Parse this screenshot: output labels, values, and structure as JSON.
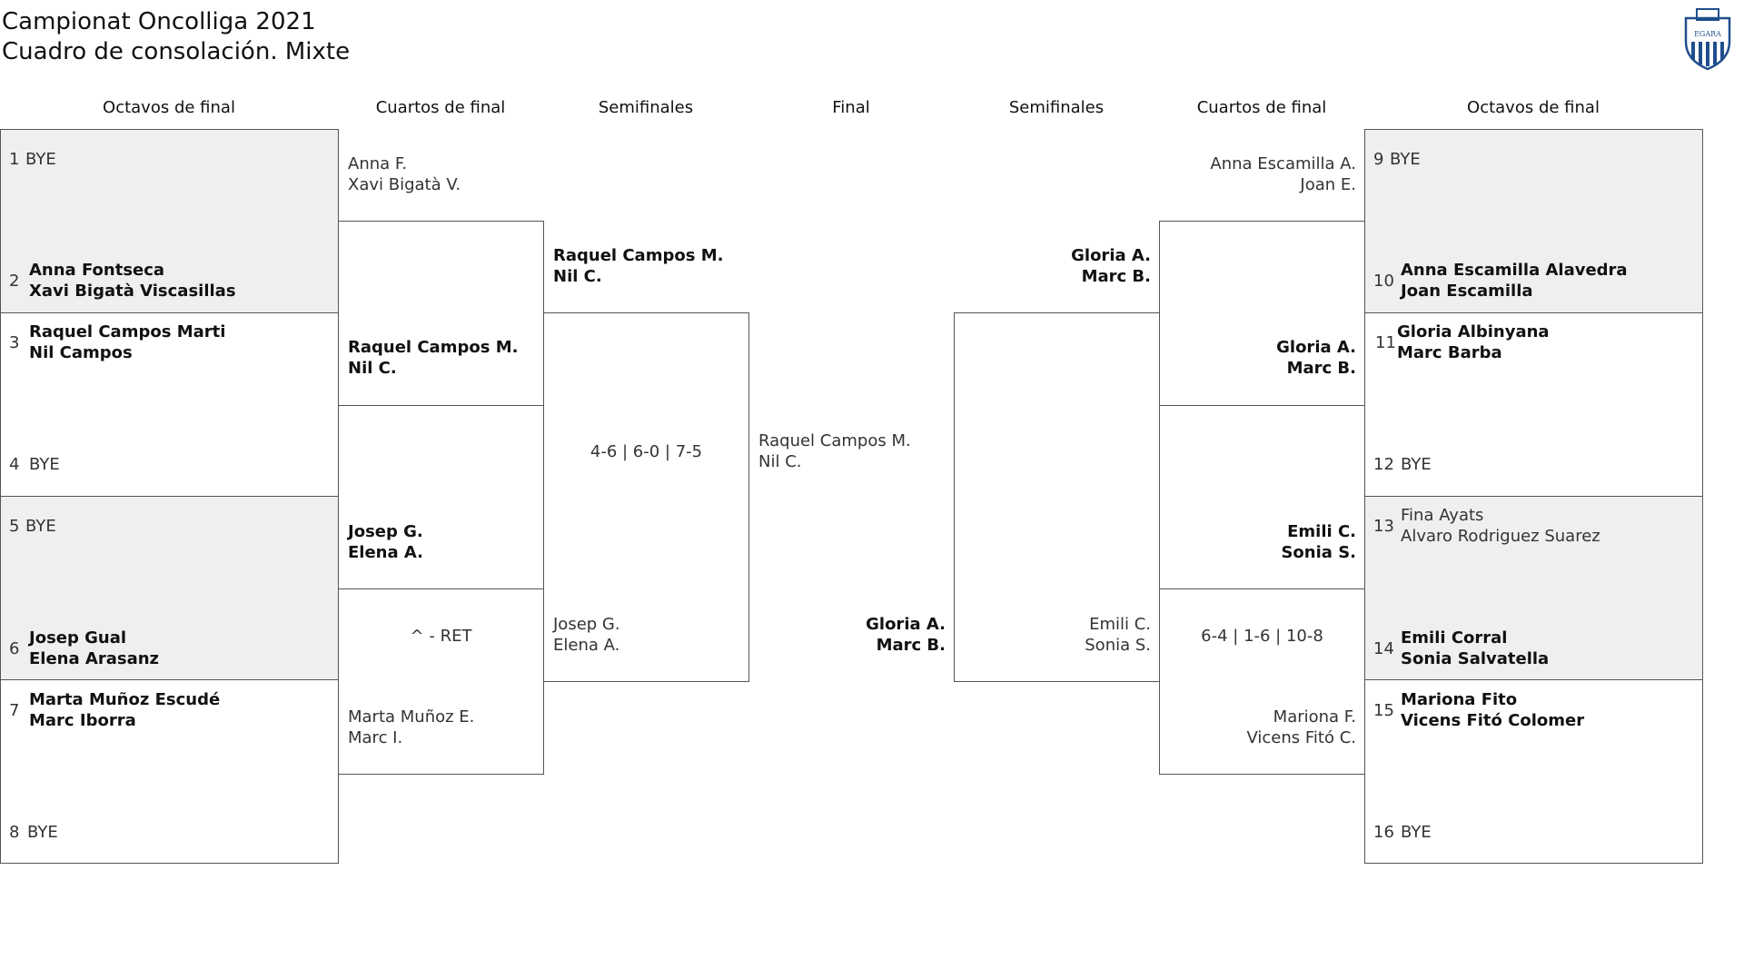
{
  "title": {
    "line1": "Campionat Oncolliga 2021",
    "line2": "Cuadro de consolación. Mixte"
  },
  "logo": {
    "text": "EGARA",
    "color": "#1f4e8c"
  },
  "round_headers": {
    "r16_left": "Octavos de final",
    "qf_left": "Cuartos de final",
    "sf_left": "Semifinales",
    "final": "Final",
    "sf_right": "Semifinales",
    "qf_right": "Cuartos de final",
    "r16_right": "Octavos de final"
  },
  "r16_left": [
    {
      "n": "1",
      "a": "BYE",
      "b": ""
    },
    {
      "n": "2",
      "a": "Anna Fontseca",
      "b": "Xavi Bigatà Viscasillas"
    },
    {
      "n": "3",
      "a": "Raquel Campos Marti",
      "b": "Nil Campos"
    },
    {
      "n": "4",
      "a": "BYE",
      "b": ""
    },
    {
      "n": "5",
      "a": "BYE",
      "b": ""
    },
    {
      "n": "6",
      "a": "Josep Gual",
      "b": "Elena Arasanz"
    },
    {
      "n": "7",
      "a": "Marta Muñoz Escudé",
      "b": "Marc Iborra"
    },
    {
      "n": "8",
      "a": "BYE",
      "b": ""
    }
  ],
  "r16_right": [
    {
      "n": "9",
      "a": "BYE",
      "b": ""
    },
    {
      "n": "10",
      "a": "Anna Escamilla Alavedra",
      "b": "Joan Escamilla"
    },
    {
      "n": "11",
      "a": "Gloria Albinyana",
      "b": "Marc Barba"
    },
    {
      "n": "12",
      "a": "BYE",
      "b": ""
    },
    {
      "n": "13",
      "a": "Fina Ayats",
      "b": "Alvaro Rodriguez Suarez"
    },
    {
      "n": "14",
      "a": "Emili Corral",
      "b": "Sonia Salvatella"
    },
    {
      "n": "15",
      "a": "Mariona Fito",
      "b": "Vicens Fitó Colomer"
    },
    {
      "n": "16",
      "a": "BYE",
      "b": ""
    }
  ],
  "qf_left": [
    {
      "a": "Anna F.",
      "b": "Xavi Bigatà V."
    },
    {
      "a": "Raquel Campos M.",
      "b": "Nil C."
    },
    {
      "a": "Josep G.",
      "b": "Elena A."
    },
    {
      "a": "Marta Muñoz E.",
      "b": "Marc I."
    }
  ],
  "qf_right": [
    {
      "a": "Anna Escamilla A.",
      "b": "Joan E."
    },
    {
      "a": "Gloria A.",
      "b": "Marc B."
    },
    {
      "a": "Emili C.",
      "b": "Sonia S."
    },
    {
      "a": "Mariona F.",
      "b": "Vicens Fitó C."
    }
  ],
  "qf_scores_left": {
    "bottom": "^ - RET"
  },
  "qf_scores_right": {
    "bottom": "6-4 | 1-6 | 10-8"
  },
  "sf_left": [
    {
      "a": "Raquel Campos M.",
      "b": "Nil C."
    },
    {
      "a": "Josep G.",
      "b": "Elena A."
    }
  ],
  "sf_right": [
    {
      "a": "Gloria A.",
      "b": "Marc B."
    },
    {
      "a": "Emili C.",
      "b": "Sonia S."
    }
  ],
  "sf_score_left": "4-6 | 6-0 | 7-5",
  "final": [
    {
      "a": "Raquel Campos M.",
      "b": "Nil C."
    },
    {
      "a": "Gloria A.",
      "b": "Marc B."
    }
  ]
}
